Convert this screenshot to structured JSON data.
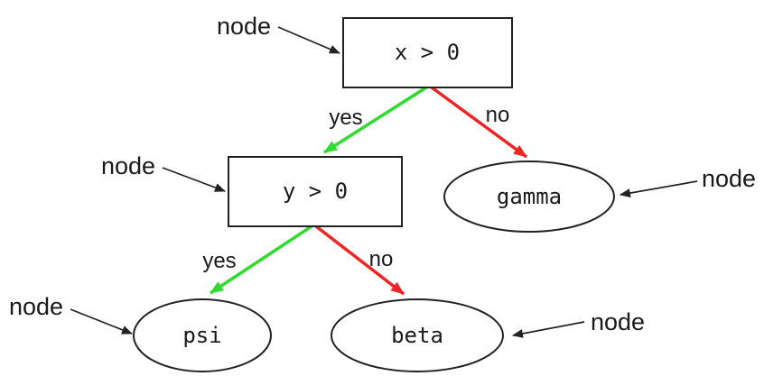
{
  "diagram": {
    "type": "decision-tree",
    "background": "#ffffff",
    "colors": {
      "yes_edge": "#2edb2e",
      "no_edge": "#ee2525",
      "outline": "#222222"
    },
    "nodes": {
      "root": {
        "label": "x > 0",
        "shape": "box"
      },
      "inner": {
        "label": "y > 0",
        "shape": "box"
      },
      "gamma": {
        "label": "gamma",
        "shape": "ellipse"
      },
      "psi": {
        "label": "psi",
        "shape": "ellipse"
      },
      "beta": {
        "label": "beta",
        "shape": "ellipse"
      }
    },
    "edges": [
      {
        "from": "root",
        "to": "inner",
        "label": "yes",
        "color": "#2edb2e"
      },
      {
        "from": "root",
        "to": "gamma",
        "label": "no",
        "color": "#ee2525"
      },
      {
        "from": "inner",
        "to": "psi",
        "label": "yes",
        "color": "#2edb2e"
      },
      {
        "from": "inner",
        "to": "beta",
        "label": "no",
        "color": "#ee2525"
      }
    ],
    "annotations": [
      {
        "target": "root",
        "label": "node"
      },
      {
        "target": "inner",
        "label": "node"
      },
      {
        "target": "gamma",
        "label": "node"
      },
      {
        "target": "psi",
        "label": "node"
      },
      {
        "target": "beta",
        "label": "node"
      }
    ]
  }
}
